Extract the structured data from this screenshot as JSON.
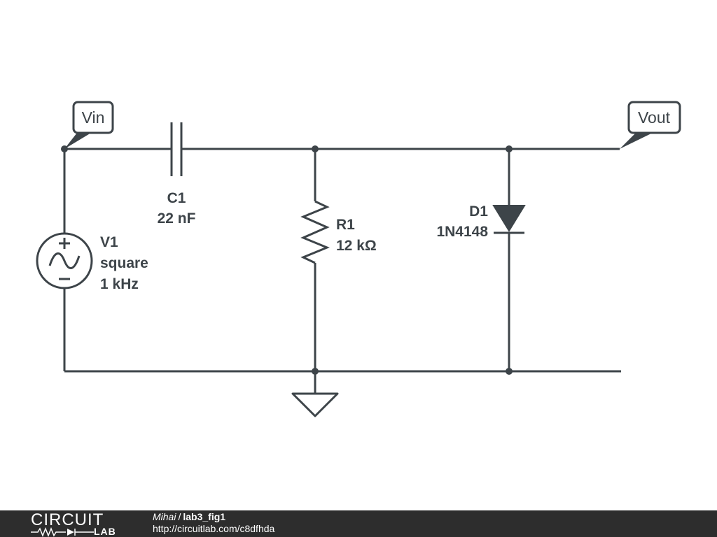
{
  "ports": {
    "input": "Vin",
    "output": "Vout"
  },
  "components": {
    "c1": {
      "ref": "C1",
      "value": "22 nF"
    },
    "r1": {
      "ref": "R1",
      "value": "12 kΩ"
    },
    "d1": {
      "ref": "D1",
      "part": "1N4148"
    },
    "v1": {
      "ref": "V1",
      "waveform": "square",
      "frequency": "1 kHz"
    }
  },
  "footer": {
    "logo_top": "CIRCUIT",
    "logo_bottom": "LAB",
    "author": "Mihai",
    "separator": "/",
    "name": "lab3_fig1",
    "url": "http://circuitlab.com/c8dfhda"
  },
  "colors": {
    "ink": "#3d4449",
    "footer_bg": "#2d2d2d"
  }
}
